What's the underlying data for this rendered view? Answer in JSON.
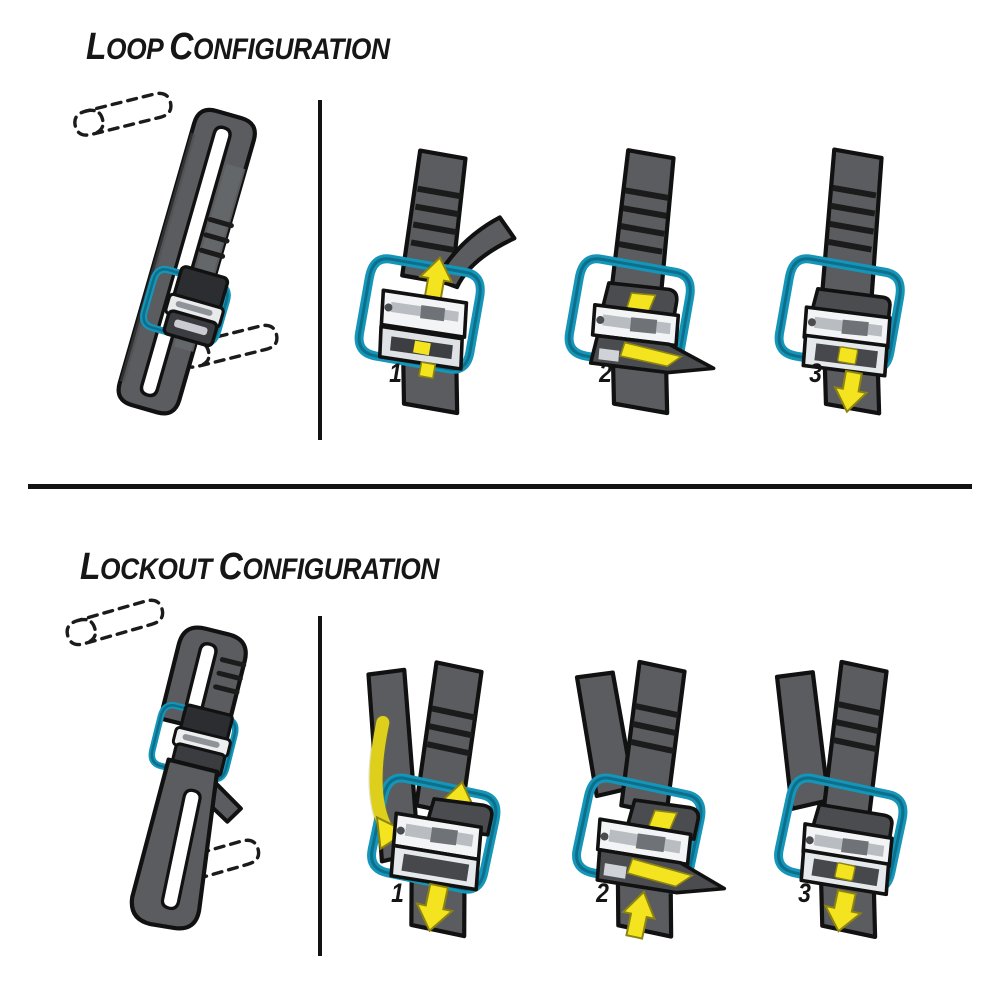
{
  "document": {
    "kind": "instruction-diagram",
    "subject": "cam-buckle strap configuration instructions"
  },
  "colors": {
    "strap_fill": "#5a5c5f",
    "strap_fill_dark": "#3f4143",
    "strap_fill_light": "#6e7074",
    "outline": "#111111",
    "accent_teal": "#1596b8",
    "accent_teal_dark": "#0d6f8c",
    "metal_light": "#ffffff",
    "metal_mid": "#d7d9dc",
    "metal_shadow": "#9a9da1",
    "arrow_yellow": "#f4e41f",
    "arrow_yellow_dark": "#c9bb12",
    "background": "#ffffff",
    "text": "#151515"
  },
  "sections": [
    {
      "id": "loop",
      "title_first": "L",
      "title_rest": "OOP ",
      "title_second": "C",
      "title_second_rest": "ONFIGURATION",
      "title_text": "LOOP CONFIGURATION",
      "overview_caption": "",
      "steps": [
        {
          "number": "1",
          "action": "thread-strap-up-through-buckle",
          "arrows": [
            "up"
          ]
        },
        {
          "number": "2",
          "action": "fold-strap-tail-over-cam",
          "arrows": []
        },
        {
          "number": "3",
          "action": "pull-tail-down-to-tighten",
          "arrows": [
            "down"
          ]
        }
      ]
    },
    {
      "id": "lockout",
      "title_first": "L",
      "title_rest": "OCKOUT ",
      "title_second": "C",
      "title_second_rest": "ONFIGURATION",
      "title_text": "LOCKOUT CONFIGURATION",
      "overview_caption": "",
      "steps": [
        {
          "number": "1",
          "action": "wrap-strap-around-and-thread-up",
          "arrows": [
            "curve-down",
            "up",
            "down"
          ]
        },
        {
          "number": "2",
          "action": "feed-tail-up-through-cam",
          "arrows": [
            "up"
          ]
        },
        {
          "number": "3",
          "action": "pull-tail-down-to-lock",
          "arrows": [
            "down"
          ]
        }
      ]
    }
  ]
}
